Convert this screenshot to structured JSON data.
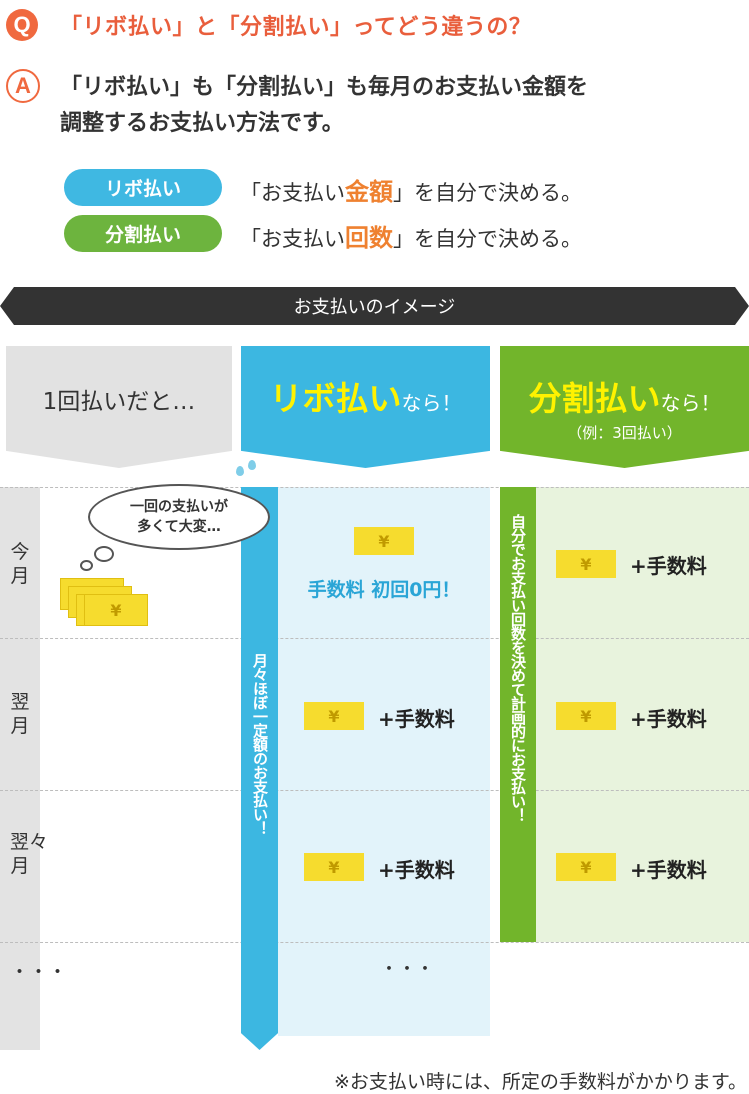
{
  "question": {
    "badge": "Q",
    "text": "「リボ払い」と「分割払い」ってどう違うの？"
  },
  "answer": {
    "badge": "A",
    "line1": "「リボ払い」も「分割払い」も毎月のお支払い金額を",
    "line2": "調整するお支払い方法です。"
  },
  "definitions": {
    "ribo": {
      "label": "リボ払い",
      "pre": "「お支払い",
      "highlight": "金額",
      "post": "」を自分で決める。"
    },
    "bunkatsu": {
      "label": "分割払い",
      "pre": "「お支払い",
      "highlight": "回数",
      "post": "」を自分で決める。"
    }
  },
  "image_banner": "お支払いのイメージ",
  "columns": {
    "once": {
      "title": "1回払いだと…"
    },
    "ribo": {
      "title": "リボ払い",
      "suffix": "なら！"
    },
    "bunkatsu": {
      "title": "分割払い",
      "suffix": "なら！",
      "sub": "（例：3回払い）"
    }
  },
  "months": {
    "this": "今月",
    "next": "翌月",
    "after_next": "翌々月",
    "more": "・・・"
  },
  "once_bubble": {
    "line1": "一回の支払いが",
    "line2": "多くて大変…"
  },
  "yen": "¥",
  "fee": "+手数料",
  "ribo_first_fee": "手数料 初回0円！",
  "ribo_strip": "月々ほぼ一定額のお支払い！",
  "bunk_strip": "自分でお支払い回数を決めて計画的にお支払い！",
  "footnote": "※お支払い時には、所定の手数料がかかります。",
  "colors": {
    "accent_orange": "#f0693f",
    "ribo_blue": "#3cb7e1",
    "bunkatsu_green": "#72b52b",
    "highlight_yellow": "#fff200",
    "yen_yellow": "#f6dc2e"
  }
}
